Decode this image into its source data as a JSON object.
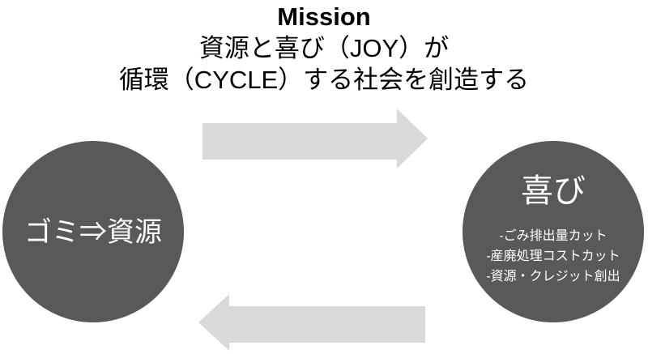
{
  "title": {
    "heading": "Mission",
    "line1": "資源と喜び（JOY）が",
    "line2": "循環（CYCLE）する社会を創造する"
  },
  "left_circle": {
    "label": "ゴミ⇒資源"
  },
  "right_circle": {
    "title": "喜び",
    "bullets": [
      "-ごみ排出量カット",
      "-産廃処理コストカット",
      "-資源・クレジット創出"
    ]
  },
  "arrows": {
    "top": "right-arrow",
    "bottom": "left-arrow"
  },
  "colors": {
    "circle_fill": "#595959",
    "circle_text": "#ffffff",
    "arrow_fill": "#d9d9d9",
    "title_text": "#000000",
    "background": "#ffffff"
  }
}
